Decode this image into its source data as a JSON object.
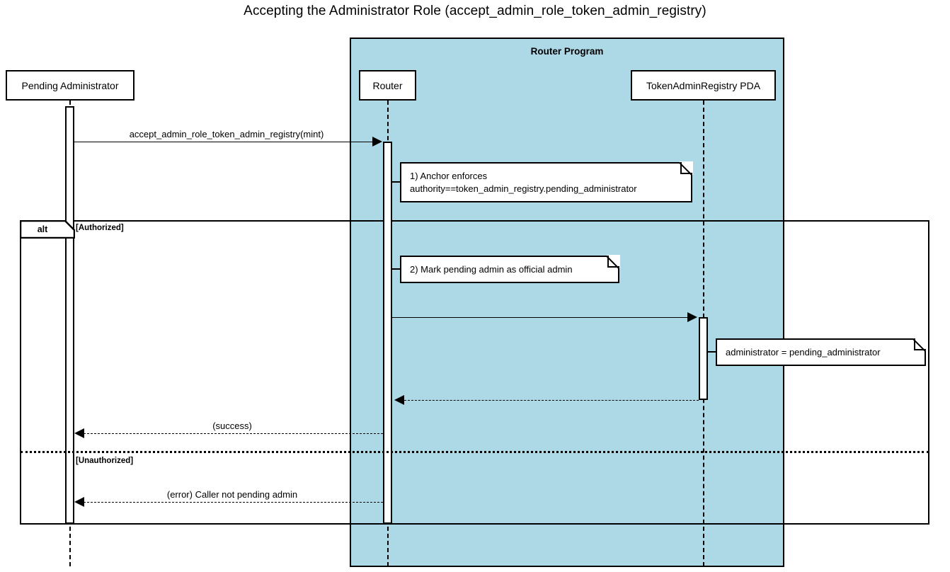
{
  "diagram": {
    "title": "Accepting the Administrator Role (accept_admin_role_token_admin_registry)",
    "type": "uml-sequence-diagram"
  },
  "colors": {
    "group_fill": "#add8e6",
    "stroke": "#000000",
    "note_fill": "#ffffff",
    "background": "#ffffff"
  },
  "group": {
    "label": "Router Program"
  },
  "participants": [
    {
      "id": "pending_admin",
      "label": "Pending Administrator"
    },
    {
      "id": "router",
      "label": "Router"
    },
    {
      "id": "registry_pda",
      "label": "TokenAdminRegistry PDA"
    }
  ],
  "messages": [
    {
      "id": "m1",
      "label": "accept_admin_role_token_admin_registry(mint)",
      "from": "pending_admin",
      "to": "router",
      "style": "solid"
    },
    {
      "id": "m2",
      "label": "",
      "from": "router",
      "to": "registry_pda",
      "style": "solid"
    },
    {
      "id": "m3",
      "label": "",
      "from": "registry_pda",
      "to": "router",
      "style": "dashed"
    },
    {
      "id": "m4",
      "label": "(success)",
      "from": "router",
      "to": "pending_admin",
      "style": "dashed"
    },
    {
      "id": "m5",
      "label": "(error) Caller not pending admin",
      "from": "router",
      "to": "pending_admin",
      "style": "dashed"
    }
  ],
  "notes": [
    {
      "id": "note1",
      "line1": "1) Anchor enforces",
      "line2": "authority==token_admin_registry.pending_administrator"
    },
    {
      "id": "note2",
      "line1": "2) Mark pending admin as official admin",
      "line2": ""
    },
    {
      "id": "note3",
      "line1": "administrator = pending_administrator",
      "line2": ""
    }
  ],
  "fragment": {
    "operator": "alt",
    "guards": [
      {
        "id": "guard_authorized",
        "label": "[Authorized]"
      },
      {
        "id": "guard_unauthorized",
        "label": "[Unauthorized]"
      }
    ]
  }
}
